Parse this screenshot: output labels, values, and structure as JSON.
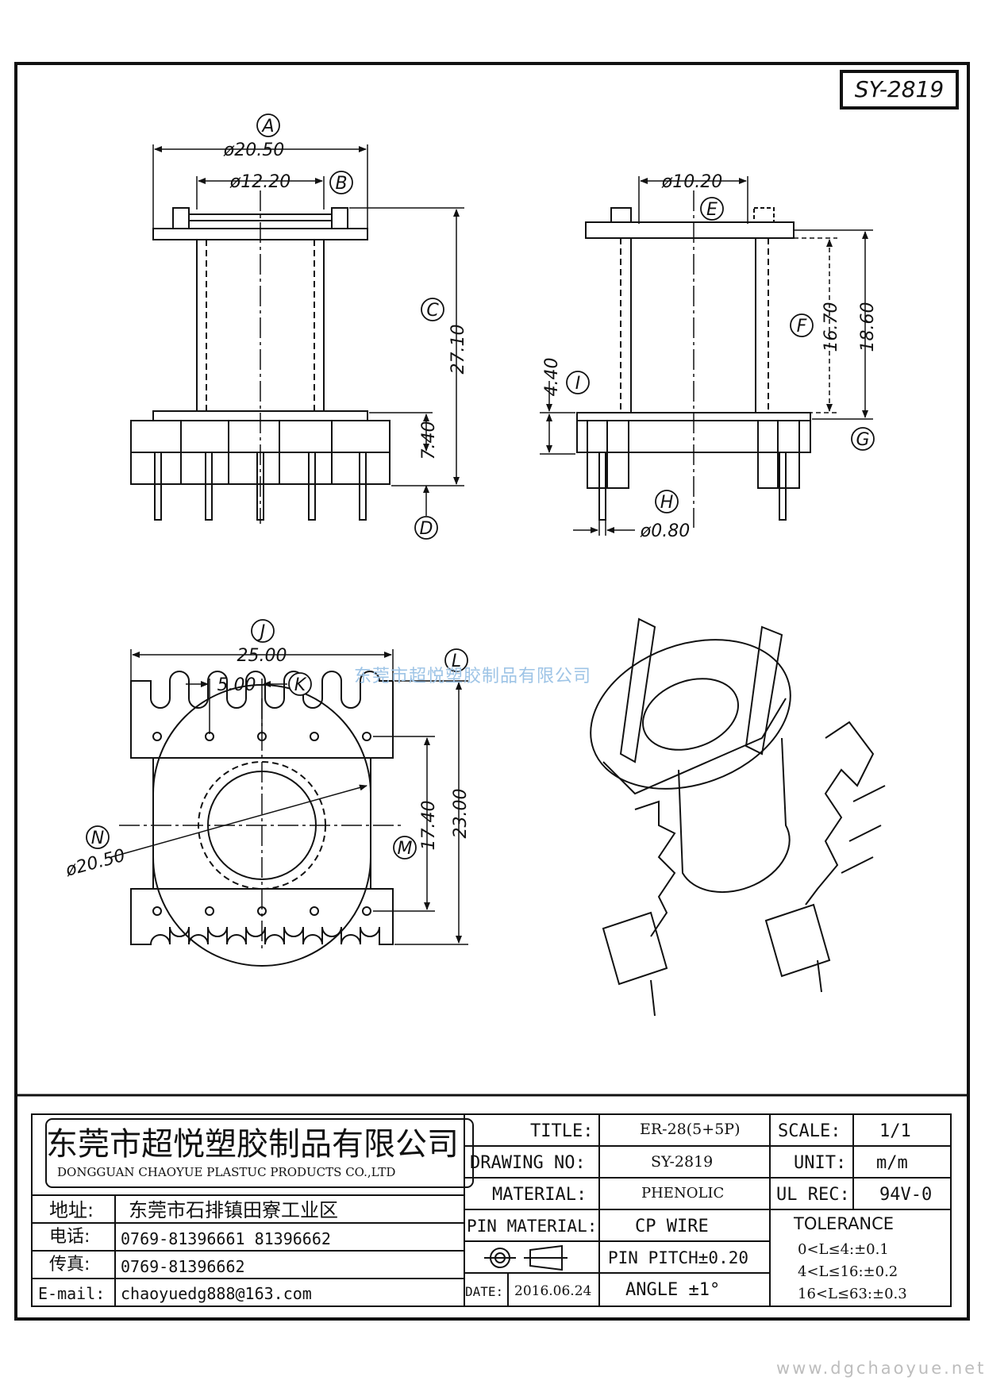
{
  "drawing_number_box": "SY-2819",
  "watermark": "东莞市超悦塑胶制品有限公司",
  "website": "www.dgchaoyue.net",
  "views": {
    "front": {
      "A_label": "A",
      "A_value": "ø20.50",
      "B_label": "B",
      "B_value": "ø12.20",
      "C_label": "C",
      "C_value": "27.10",
      "D_label": "D",
      "D_value": "7.40"
    },
    "side": {
      "E_label": "E",
      "E_value": "ø10.20",
      "F_label": "F",
      "F_value": "16.70",
      "G_label": "G",
      "G_value": "18.60",
      "H_label": "H",
      "H_value": "ø0.80",
      "I_label": "I",
      "I_value": "4.40"
    },
    "top": {
      "J_label": "J",
      "J_value": "25.00",
      "K_label": "K",
      "K_value": "5.00",
      "L_label": "L",
      "L_value": "23.00",
      "M_label": "M",
      "M_value": "17.40",
      "N_label": "N",
      "N_value": "ø20.50"
    }
  },
  "title_block": {
    "company_cn": "东莞市超悦塑胶制品有限公司",
    "company_en": "DONGGUAN CHAOYUE PLASTUC PRODUCTS CO.,LTD",
    "address_label": "地址:",
    "address_value": "东莞市石排镇田寮工业区",
    "phone_label": "电话:",
    "phone_value": "0769-81396661  81396662",
    "fax_label": "传真:",
    "fax_value": "0769-81396662",
    "email_label": "E-mail:",
    "email_value": "chaoyuedg888@163.com",
    "title_label": "TITLE:",
    "title_value": "ER-28(5+5P)",
    "drawing_no_label": "DRAWING NO:",
    "drawing_no_value": "SY-2819",
    "material_label": "MATERIAL:",
    "material_value": "PHENOLIC",
    "pin_material_label": "PIN MATERIAL:",
    "pin_material_value": "CP WIRE",
    "pin_pitch": "PIN PITCH±0.20",
    "date_label": "DATE:",
    "date_value": "2016.06.24",
    "angle": "ANGLE  ±1°",
    "scale_label": "SCALE:",
    "scale_value": "1/1",
    "unit_label": "UNIT:",
    "unit_value": "m/m",
    "ul_label": "UL REC:",
    "ul_value": "94V-0",
    "tolerance_label": "TOLERANCE",
    "tolerance_1": "0<L≤4:±0.1",
    "tolerance_2": "4<L≤16:±0.2",
    "tolerance_3": "16<L≤63:±0.3"
  }
}
